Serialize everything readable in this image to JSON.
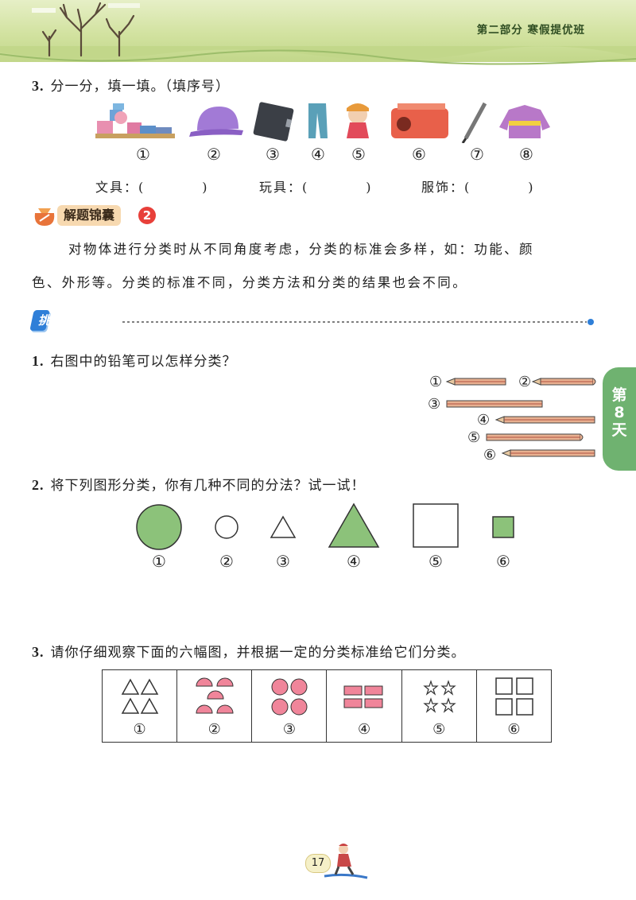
{
  "header": {
    "title": "第二部分  寒假提优班"
  },
  "q3_top": {
    "prompt_num": "3.",
    "prompt": "分一分，填一填。（填序号）",
    "items": [
      "①",
      "②",
      "③",
      "④",
      "⑤",
      "⑥",
      "⑦",
      "⑧"
    ],
    "item_icons": [
      "building-blocks-icon",
      "cap-icon",
      "notebook-icon",
      "jeans-icon",
      "doll-icon",
      "pencil-sharpener-icon",
      "pencil-icon",
      "sweater-icon"
    ],
    "fill_stationery": "文具：(　　　　)",
    "fill_toys": "玩具：(　　　　)",
    "fill_clothes": "服饰：(　　　　)"
  },
  "tips": {
    "badge": "解题锦囊",
    "badge_num": "2",
    "line1": "对物体进行分类时从不同角度考虑，分类的标准会多样，如：功能、颜",
    "line2": "色、外形等。分类的标准不同，分类方法和分类的结果也会不同。"
  },
  "challenge": {
    "badge": "挑战自我"
  },
  "q1": {
    "num": "1.",
    "text": "右图中的铅笔可以怎样分类？",
    "labels": [
      "①",
      "②",
      "③",
      "④",
      "⑤",
      "⑥"
    ]
  },
  "q2": {
    "num": "2.",
    "text": "将下列图形分类，你有几种不同的分法？试一试！",
    "labels": [
      "①",
      "②",
      "③",
      "④",
      "⑤",
      "⑥"
    ],
    "shape_fill": "#8cc27a"
  },
  "q3": {
    "num": "3.",
    "text": "请你仔细观察下面的六幅图，并根据一定的分类标准给它们分类。",
    "labels": [
      "①",
      "②",
      "③",
      "④",
      "⑤",
      "⑥"
    ],
    "pink": "#f0859a"
  },
  "side_tab": {
    "line1": "第",
    "line2": "8",
    "line3": "天"
  },
  "footer": {
    "page_number": "17"
  }
}
